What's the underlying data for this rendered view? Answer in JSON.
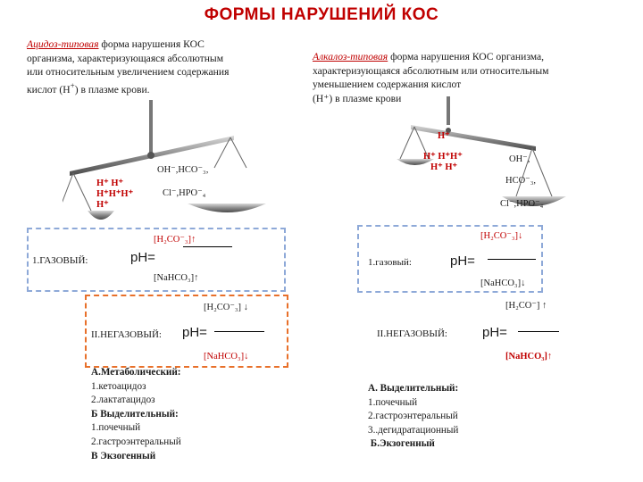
{
  "title": "ФОРМЫ НАРУШЕНИЙ КОС",
  "left": {
    "term": "Ацидоз-типовая",
    "desc_l1": " форма нарушения КОС",
    "desc_l2": "организма, характеризующаяся абсолютным",
    "desc_l3": "или относительным увеличением содержания",
    "desc_l4": "кислот  (Н",
    "desc_l4_sup": "+",
    "desc_l4_end": ") в плазме крови.",
    "scale_left_l1": "Н⁺ Н⁺",
    "scale_left_l2": "Н⁺Н⁺Н⁺",
    "scale_left_l3": "Н⁺",
    "scale_right_l1": "OH⁻,HCO⁻₃,",
    "scale_right_l2": "Cl⁻,HPO⁻₄",
    "gas_label": "1.ГАЗОВЫЙ:",
    "ph_label": "pH=",
    "gas_top": "[H₂CO⁻₃]",
    "gas_top_arrow": "↑",
    "gas_bottom": "[NaHCO₃]↑",
    "nongas_top": "[H₂CO⁻₃] ↓",
    "nongas_label": "II.НЕГАЗОВЫЙ:",
    "nongas_ph": "pH=",
    "nongas_bottom": "[NaHCO₃]",
    "nongas_bottom_arrow": "↓",
    "list": [
      "А.Метаболический:",
      "1.кетоацидоз",
      "2.лактатацидоз",
      "Б Выделительный:",
      "1.почечный",
      "2.гастроэнтеральный",
      "В Экзогенный"
    ]
  },
  "right": {
    "term": "Алкалоз-типовая",
    "desc_l1": " форма нарушения КОС организма,",
    "desc_l2": "характеризующаяся абсолютным или относительным",
    "desc_l3": "уменьшением содержания кислот",
    "desc_l4": "(Н⁺) в плазме крови",
    "scale_top": "Н⁺",
    "scale_left_l1": "Н⁺ Н⁺Н⁺",
    "scale_left_l2": "Н⁺ Н⁺",
    "scale_right_l1": "OH⁻,",
    "scale_right_l2": "HCO⁻₃,",
    "scale_right_l3": "Cl⁻,HPO⁻₄",
    "gas_label": "1.газовый:",
    "ph_label": "pH=",
    "gas_top": "[H₂CO⁻₃]",
    "gas_top_arrow": "↓",
    "gas_bottom": "[NaHCO₃]↓",
    "nongas_top": "[H₂CO⁻] ↑",
    "nongas_label": "II.НЕГАЗОВЫЙ:",
    "nongas_ph": "pH=",
    "nongas_bottom": "[NaHCO₃]",
    "nongas_bottom_arrow": "↑",
    "list": [
      "А. Выделительный:",
      "1.почечный",
      "2.гастроэнтеральный",
      "3..дегидратационный",
      " Б.Экзогенный"
    ]
  },
  "colors": {
    "title": "#c00000",
    "scale_metal": "#7b7b7b",
    "dashed_blue": "#8ea9d8",
    "dashed_orange": "#e8702a"
  }
}
